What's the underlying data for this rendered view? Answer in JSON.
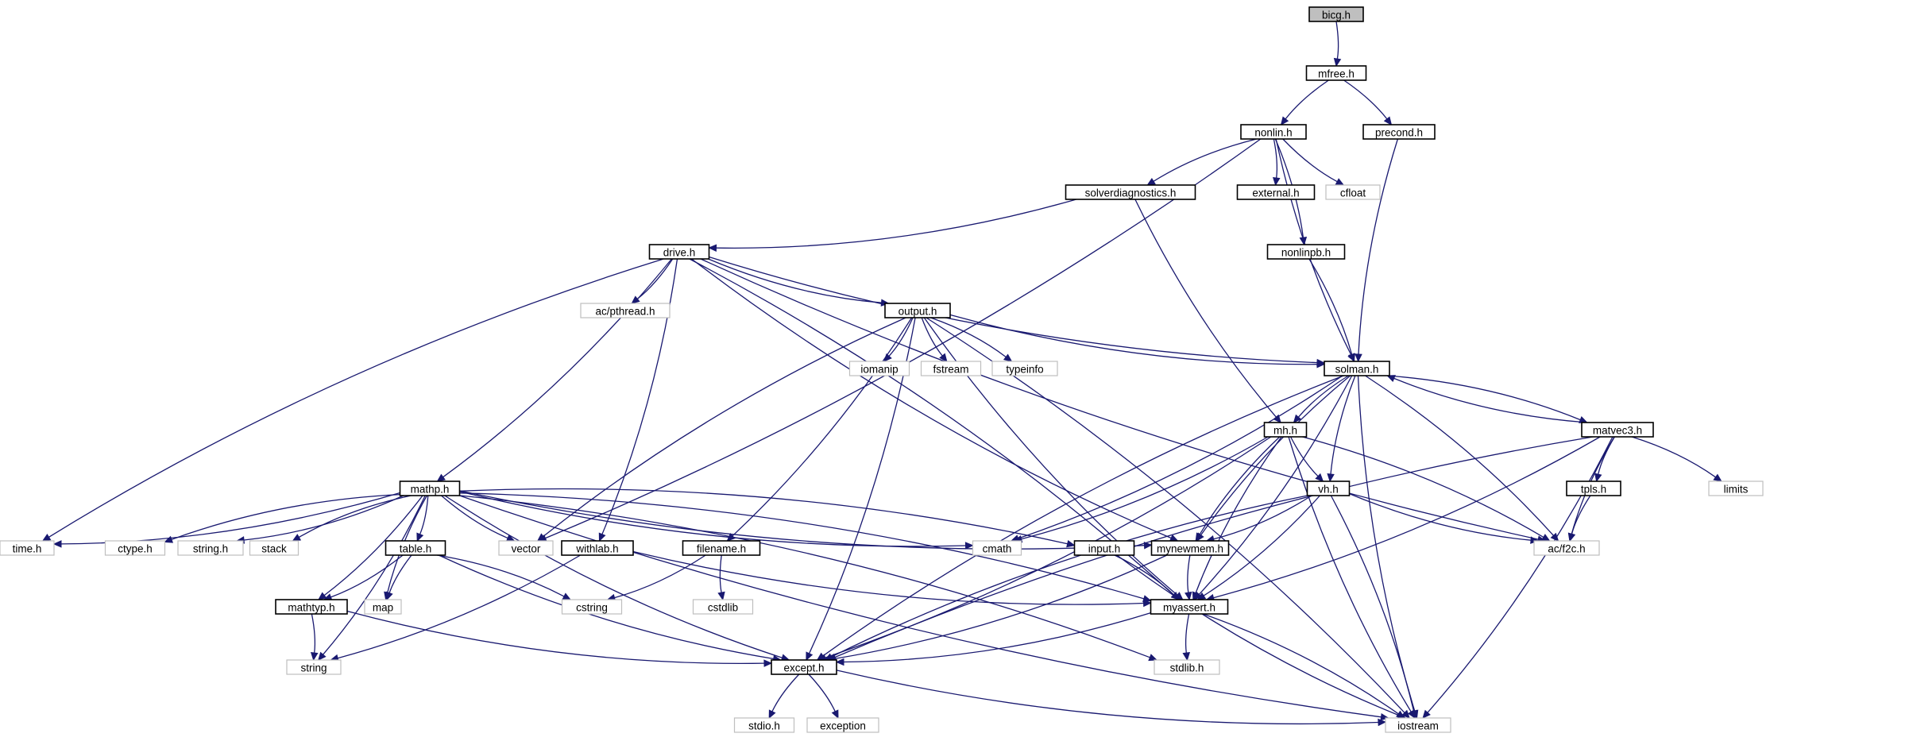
{
  "graph": {
    "root": "bicg.h",
    "nodes": [
      {
        "id": "bicg",
        "label": "bicg.h",
        "kind": "root"
      },
      {
        "id": "mfree",
        "label": "mfree.h",
        "kind": "file"
      },
      {
        "id": "nonlin",
        "label": "nonlin.h",
        "kind": "file"
      },
      {
        "id": "precond",
        "label": "precond.h",
        "kind": "file"
      },
      {
        "id": "solverdiag",
        "label": "solverdiagnostics.h",
        "kind": "file"
      },
      {
        "id": "external",
        "label": "external.h",
        "kind": "file"
      },
      {
        "id": "cfloat",
        "label": "cfloat",
        "kind": "system"
      },
      {
        "id": "drive",
        "label": "drive.h",
        "kind": "file"
      },
      {
        "id": "nonlinpb",
        "label": "nonlinpb.h",
        "kind": "file"
      },
      {
        "id": "output",
        "label": "output.h",
        "kind": "file"
      },
      {
        "id": "acpthread",
        "label": "ac/pthread.h",
        "kind": "system"
      },
      {
        "id": "iomanip",
        "label": "iomanip",
        "kind": "system"
      },
      {
        "id": "fstream",
        "label": "fstream",
        "kind": "system"
      },
      {
        "id": "typeinfo",
        "label": "typeinfo",
        "kind": "system"
      },
      {
        "id": "solman",
        "label": "solman.h",
        "kind": "file"
      },
      {
        "id": "mh",
        "label": "mh.h",
        "kind": "file"
      },
      {
        "id": "matvec3",
        "label": "matvec3.h",
        "kind": "file"
      },
      {
        "id": "mathp",
        "label": "mathp.h",
        "kind": "file"
      },
      {
        "id": "vh",
        "label": "vh.h",
        "kind": "file"
      },
      {
        "id": "tpls",
        "label": "tpls.h",
        "kind": "file"
      },
      {
        "id": "limits",
        "label": "limits",
        "kind": "system"
      },
      {
        "id": "timeh",
        "label": "time.h",
        "kind": "system"
      },
      {
        "id": "ctype",
        "label": "ctype.h",
        "kind": "system"
      },
      {
        "id": "stringh",
        "label": "string.h",
        "kind": "system"
      },
      {
        "id": "stack",
        "label": "stack",
        "kind": "system"
      },
      {
        "id": "tableh",
        "label": "table.h",
        "kind": "file"
      },
      {
        "id": "vector",
        "label": "vector",
        "kind": "system"
      },
      {
        "id": "withlab",
        "label": "withlab.h",
        "kind": "file"
      },
      {
        "id": "cmath",
        "label": "cmath",
        "kind": "system"
      },
      {
        "id": "inputh",
        "label": "input.h",
        "kind": "file"
      },
      {
        "id": "mynewmem",
        "label": "mynewmem.h",
        "kind": "file"
      },
      {
        "id": "acf2c",
        "label": "ac/f2c.h",
        "kind": "system"
      },
      {
        "id": "filename",
        "label": "filename.h",
        "kind": "file"
      },
      {
        "id": "mathtyp",
        "label": "mathtyp.h",
        "kind": "file"
      },
      {
        "id": "map",
        "label": "map",
        "kind": "system"
      },
      {
        "id": "cstring",
        "label": "cstring",
        "kind": "system"
      },
      {
        "id": "cstdlib",
        "label": "cstdlib",
        "kind": "system"
      },
      {
        "id": "myassert",
        "label": "myassert.h",
        "kind": "file"
      },
      {
        "id": "string",
        "label": "string",
        "kind": "system"
      },
      {
        "id": "except",
        "label": "except.h",
        "kind": "file"
      },
      {
        "id": "stdlib",
        "label": "stdlib.h",
        "kind": "system"
      },
      {
        "id": "stdio",
        "label": "stdio.h",
        "kind": "system"
      },
      {
        "id": "exception",
        "label": "exception",
        "kind": "system"
      },
      {
        "id": "iostream",
        "label": "iostream",
        "kind": "system"
      }
    ],
    "edges": [
      [
        "bicg",
        "mfree"
      ],
      [
        "mfree",
        "nonlin"
      ],
      [
        "mfree",
        "precond"
      ],
      [
        "nonlin",
        "solverdiag"
      ],
      [
        "nonlin",
        "external"
      ],
      [
        "nonlin",
        "cfloat"
      ],
      [
        "nonlin",
        "nonlinpb"
      ],
      [
        "nonlin",
        "solman"
      ],
      [
        "nonlin",
        "vector"
      ],
      [
        "precond",
        "solman"
      ],
      [
        "solverdiag",
        "drive"
      ],
      [
        "solverdiag",
        "mh"
      ],
      [
        "nonlinpb",
        "solman"
      ],
      [
        "drive",
        "output"
      ],
      [
        "drive",
        "acpthread"
      ],
      [
        "drive",
        "solman"
      ],
      [
        "drive",
        "mathp"
      ],
      [
        "drive",
        "timeh"
      ],
      [
        "drive",
        "withlab"
      ],
      [
        "drive",
        "mynewmem"
      ],
      [
        "drive",
        "myassert"
      ],
      [
        "drive",
        "acf2c"
      ],
      [
        "output",
        "iomanip"
      ],
      [
        "output",
        "fstream"
      ],
      [
        "output",
        "typeinfo"
      ],
      [
        "output",
        "solman"
      ],
      [
        "output",
        "filename"
      ],
      [
        "output",
        "vector"
      ],
      [
        "output",
        "except"
      ],
      [
        "output",
        "myassert"
      ],
      [
        "output",
        "iostream"
      ],
      [
        "solman",
        "mh"
      ],
      [
        "solman",
        "matvec3"
      ],
      [
        "solman",
        "vh"
      ],
      [
        "solman",
        "cmath"
      ],
      [
        "solman",
        "mynewmem"
      ],
      [
        "solman",
        "myassert"
      ],
      [
        "solman",
        "except"
      ],
      [
        "solman",
        "acf2c"
      ],
      [
        "solman",
        "iostream"
      ],
      [
        "matvec3",
        "solman"
      ],
      [
        "matvec3",
        "tpls"
      ],
      [
        "matvec3",
        "limits"
      ],
      [
        "matvec3",
        "acf2c"
      ],
      [
        "matvec3",
        "myassert"
      ],
      [
        "matvec3",
        "except"
      ],
      [
        "matvec3",
        "iostream"
      ],
      [
        "mh",
        "vh"
      ],
      [
        "mh",
        "cmath"
      ],
      [
        "mh",
        "mynewmem"
      ],
      [
        "mh",
        "acf2c"
      ],
      [
        "mh",
        "myassert"
      ],
      [
        "mh",
        "except"
      ],
      [
        "mh",
        "iostream"
      ],
      [
        "vh",
        "mynewmem"
      ],
      [
        "vh",
        "acf2c"
      ],
      [
        "vh",
        "myassert"
      ],
      [
        "vh",
        "except"
      ],
      [
        "vh",
        "iostream"
      ],
      [
        "tpls",
        "acf2c"
      ],
      [
        "mathp",
        "timeh"
      ],
      [
        "mathp",
        "ctype"
      ],
      [
        "mathp",
        "stringh"
      ],
      [
        "mathp",
        "stack"
      ],
      [
        "mathp",
        "tableh"
      ],
      [
        "mathp",
        "map"
      ],
      [
        "mathp",
        "mathtyp"
      ],
      [
        "mathp",
        "vector"
      ],
      [
        "mathp",
        "string"
      ],
      [
        "mathp",
        "cmath"
      ],
      [
        "mathp",
        "inputh"
      ],
      [
        "mathp",
        "mynewmem"
      ],
      [
        "mathp",
        "myassert"
      ],
      [
        "mathp",
        "except"
      ],
      [
        "mathp",
        "stdlib"
      ],
      [
        "mathp",
        "iostream"
      ],
      [
        "tableh",
        "mathtyp"
      ],
      [
        "tableh",
        "map"
      ],
      [
        "tableh",
        "cstring"
      ],
      [
        "tableh",
        "except"
      ],
      [
        "withlab",
        "string"
      ],
      [
        "withlab",
        "myassert"
      ],
      [
        "inputh",
        "myassert"
      ],
      [
        "inputh",
        "iostream"
      ],
      [
        "mynewmem",
        "except"
      ],
      [
        "mynewmem",
        "myassert"
      ],
      [
        "filename",
        "cstring"
      ],
      [
        "filename",
        "cstdlib"
      ],
      [
        "mathtyp",
        "string"
      ],
      [
        "mathtyp",
        "except"
      ],
      [
        "myassert",
        "except"
      ],
      [
        "myassert",
        "stdlib"
      ],
      [
        "myassert",
        "iostream"
      ],
      [
        "except",
        "stdio"
      ],
      [
        "except",
        "exception"
      ],
      [
        "except",
        "iostream"
      ]
    ]
  }
}
